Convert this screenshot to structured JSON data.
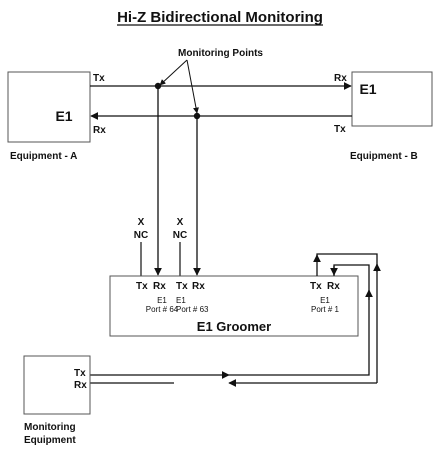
{
  "title": "Hi-Z Bidirectional Monitoring",
  "monitoring_points_label": "Monitoring Points",
  "equipment_a": {
    "box_label": "E1",
    "tx": "Tx",
    "rx": "Rx",
    "caption": "Equipment - A"
  },
  "equipment_b": {
    "box_label": "E1",
    "rx": "Rx",
    "tx": "Tx",
    "caption": "Equipment - B"
  },
  "groomer": {
    "title": "E1 Groomer",
    "ports": [
      {
        "tx": "Tx",
        "rx": "Rx",
        "line1": "E1",
        "line2": "Port # 64",
        "x_mark": "X",
        "nc_mark": "NC"
      },
      {
        "tx": "Tx",
        "rx": "Rx",
        "line1": "E1",
        "line2": "Port # 63",
        "x_mark": "X",
        "nc_mark": "NC"
      },
      {
        "tx": "Tx",
        "rx": "Rx",
        "line1": "E1",
        "line2": "Port # 1"
      }
    ]
  },
  "monitoring_equipment": {
    "tx": "Tx",
    "rx": "Rx",
    "caption_line1": "Monitoring",
    "caption_line2": "Equipment"
  },
  "colors": {
    "line": "#111111",
    "box_border": "#555555",
    "background": "#ffffff"
  }
}
